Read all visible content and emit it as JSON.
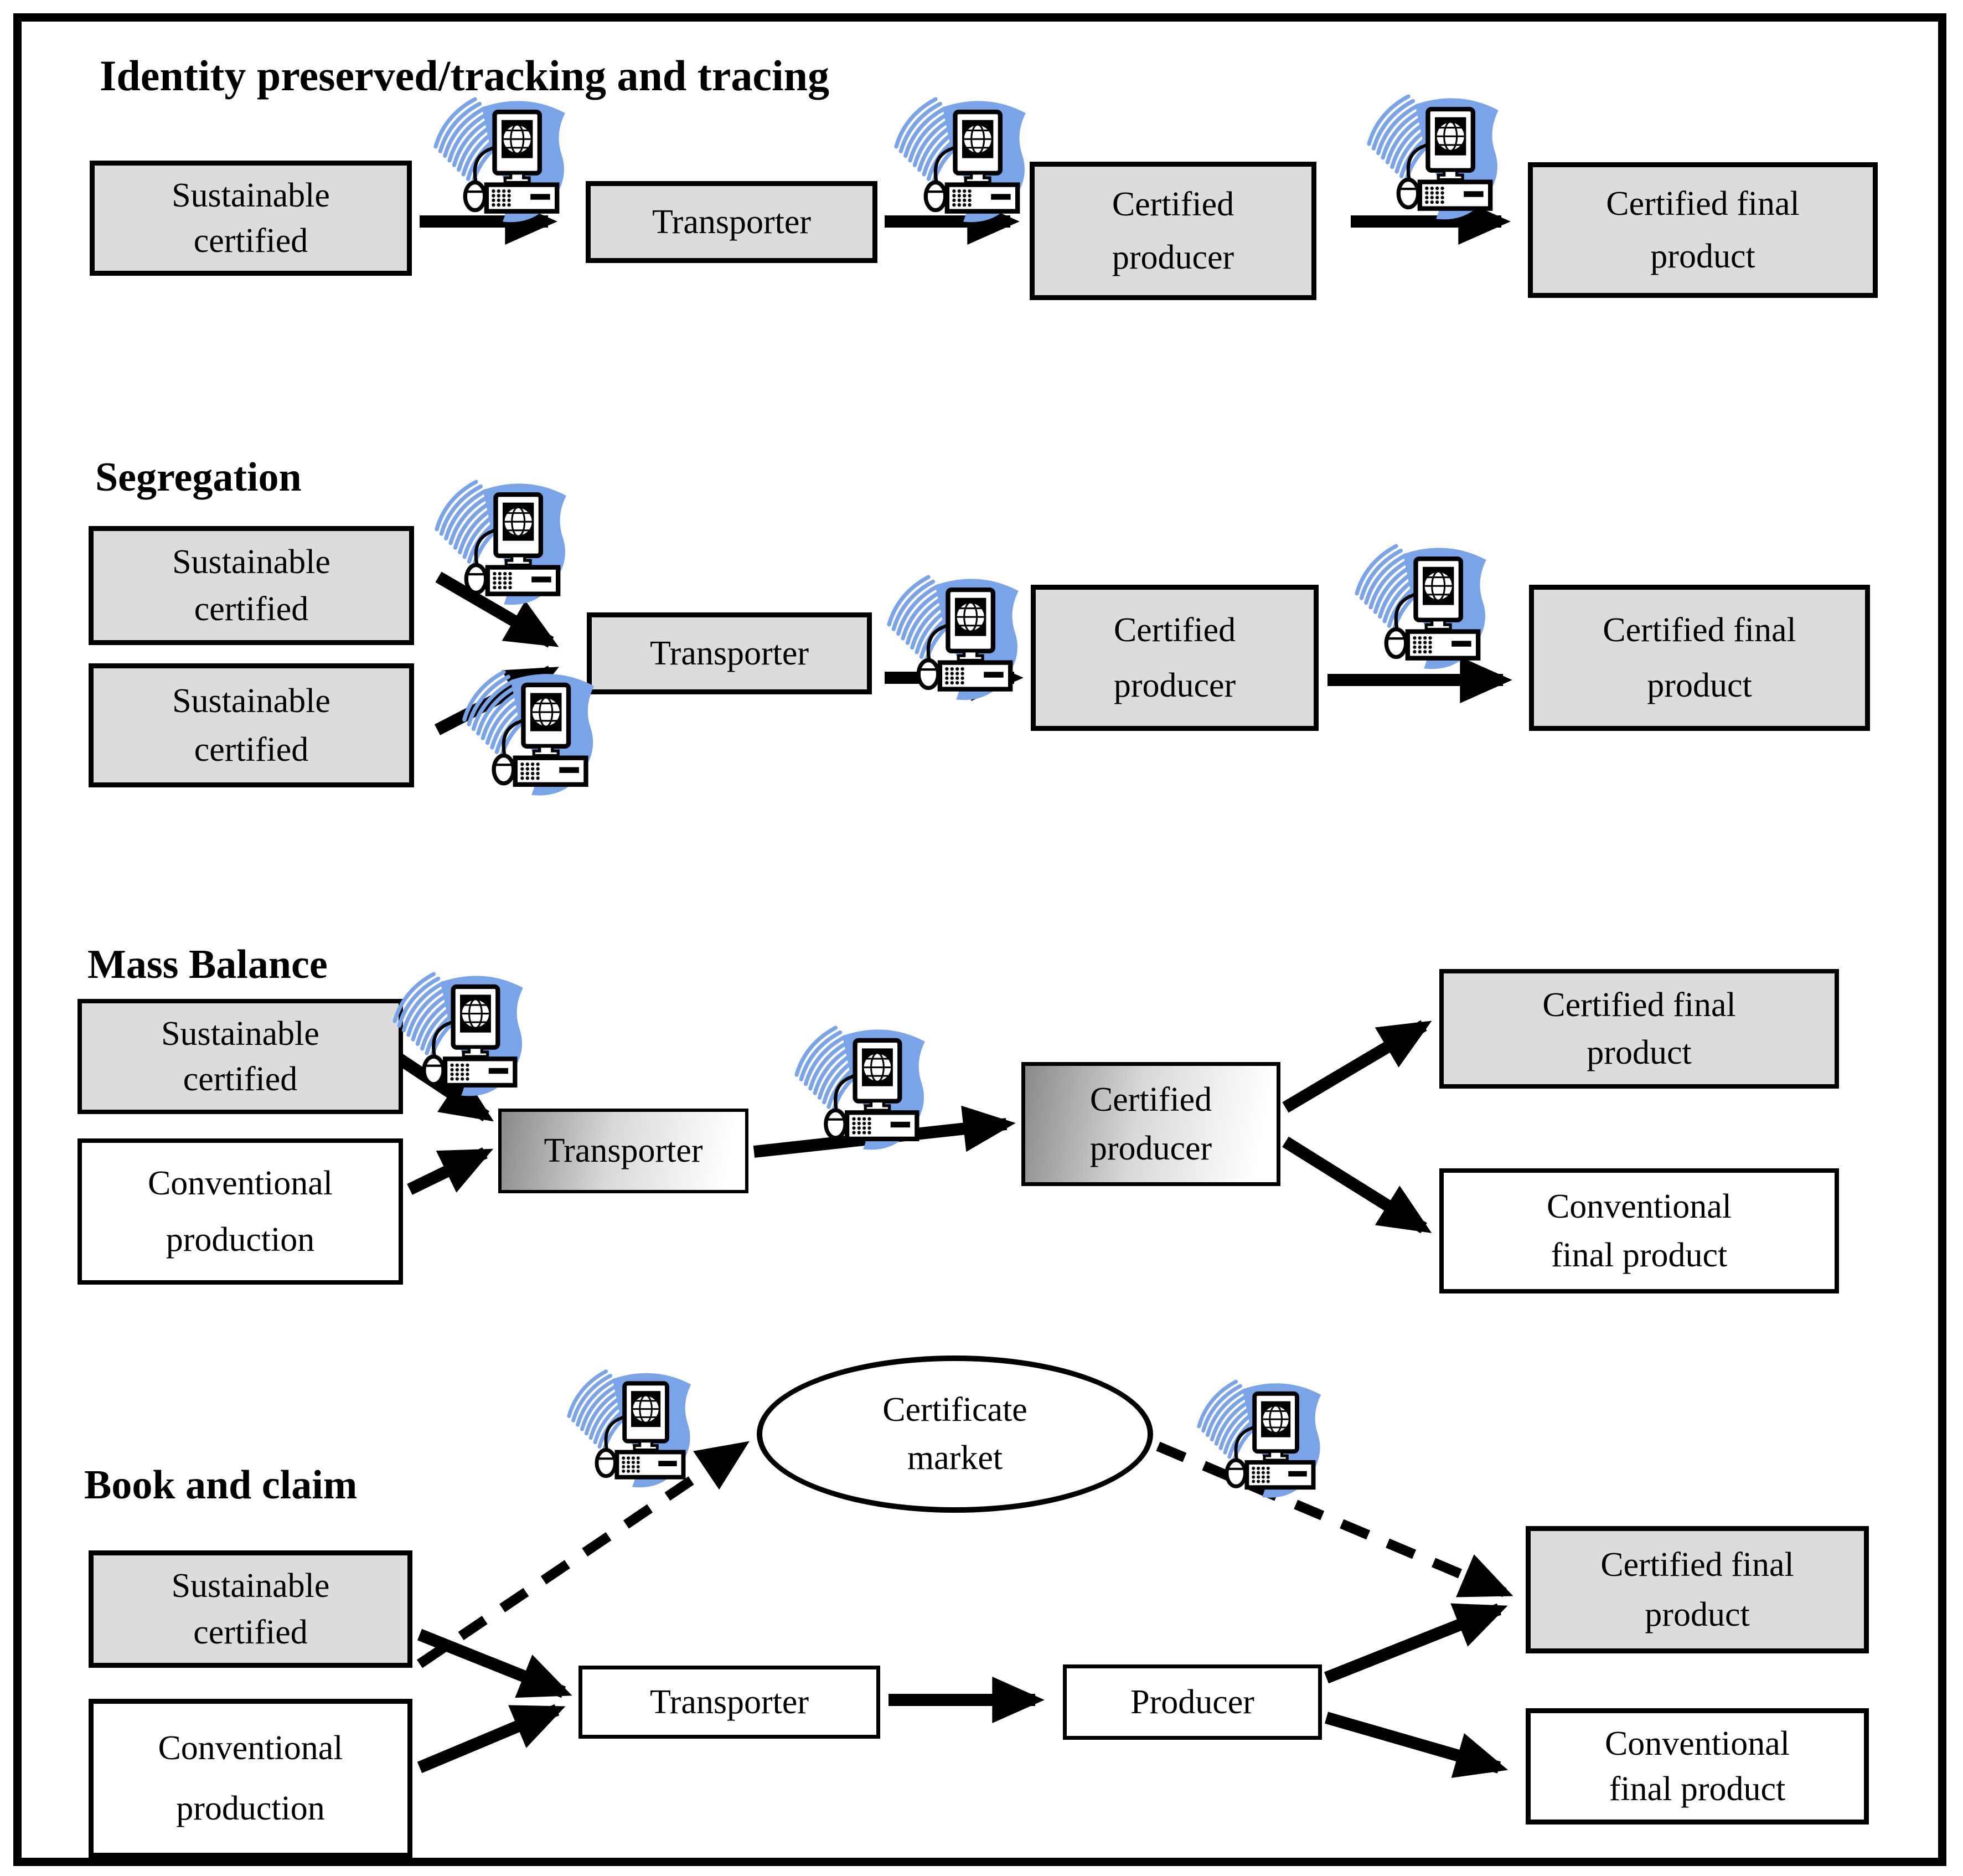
{
  "colors": {
    "node_fill_gray": "#dcdcdc",
    "node_fill_white": "#ffffff",
    "gradient_fill_dark": "#8a8a8a",
    "icon_blue": "#7aa3e8",
    "line_black": "#000000"
  },
  "icons": {
    "flow_record": "computer-document-icon"
  },
  "sections": [
    {
      "title": "Identity preserved/tracking and tracing",
      "nodes": {
        "source": {
          "lines": [
            "Sustainable",
            "certified"
          ]
        },
        "transporter": {
          "lines": [
            "Transporter"
          ]
        },
        "producer": {
          "lines": [
            "Certified",
            "producer"
          ]
        },
        "final": {
          "lines": [
            "Certified final",
            "product"
          ]
        }
      }
    },
    {
      "title": "Segregation",
      "nodes": {
        "source1": {
          "lines": [
            "Sustainable",
            "certified"
          ]
        },
        "source2": {
          "lines": [
            "Sustainable",
            "certified"
          ]
        },
        "transporter": {
          "lines": [
            "Transporter"
          ]
        },
        "producer": {
          "lines": [
            "Certified",
            "producer"
          ]
        },
        "final": {
          "lines": [
            "Certified final",
            "product"
          ]
        }
      }
    },
    {
      "title": "Mass Balance",
      "nodes": {
        "source_certified": {
          "lines": [
            "Sustainable",
            "certified"
          ]
        },
        "source_conventional": {
          "lines": [
            "Conventional",
            "production"
          ]
        },
        "transporter": {
          "lines": [
            "Transporter"
          ]
        },
        "producer": {
          "lines": [
            "Certified",
            "producer"
          ]
        },
        "final_certified": {
          "lines": [
            "Certified final",
            "product"
          ]
        },
        "final_conventional": {
          "lines": [
            "Conventional",
            "final product"
          ]
        }
      }
    },
    {
      "title": "Book and claim",
      "nodes": {
        "certificate_market": {
          "lines": [
            "Certificate",
            "market"
          ]
        },
        "source_certified": {
          "lines": [
            "Sustainable",
            "certified"
          ]
        },
        "source_conventional": {
          "lines": [
            "Conventional",
            "production"
          ]
        },
        "transporter": {
          "lines": [
            "Transporter"
          ]
        },
        "producer": {
          "lines": [
            "Producer"
          ]
        },
        "final_certified": {
          "lines": [
            "Certified final",
            "product"
          ]
        },
        "final_conventional": {
          "lines": [
            "Conventional",
            "final product"
          ]
        }
      }
    }
  ]
}
